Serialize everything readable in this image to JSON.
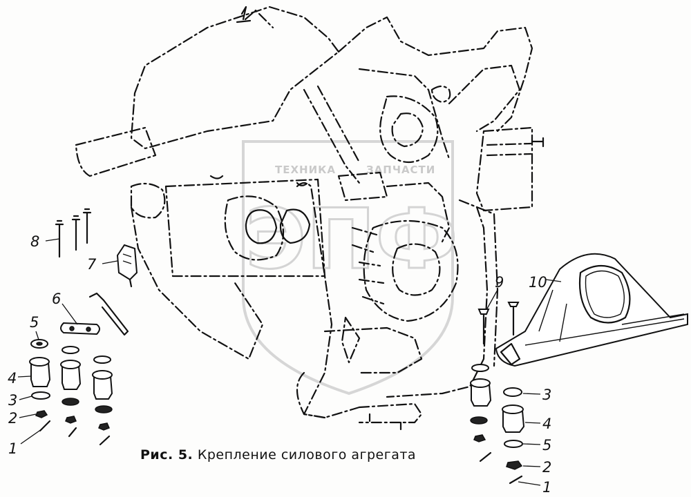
{
  "caption": {
    "figure_number": "Рис. 5.",
    "title": "Крепление силового агрегата"
  },
  "watermark": {
    "line1": "ТЕХНИКА",
    "line2": "ЗАПЧАСТИ",
    "letters": "ЭПФ"
  },
  "callouts": {
    "c8": "8",
    "c7": "7",
    "c6": "6",
    "c5_left": "5",
    "c4_left": "4",
    "c3_left": "3",
    "c2_left": "2",
    "c1_left": "1",
    "c9": "9",
    "c10": "10",
    "c3_right": "3",
    "c4_right": "4",
    "c5_right": "5",
    "c2_right": "2",
    "c1_right": "1"
  },
  "colors": {
    "ink": "#111111",
    "watermark": "#c9c9c9",
    "paper": "#fdfdfc"
  }
}
